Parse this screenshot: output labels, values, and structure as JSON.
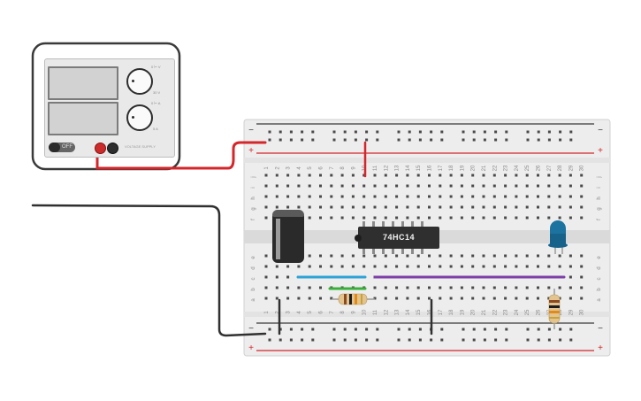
{
  "chip": {
    "label": "74HC14"
  },
  "switch": {
    "label": "OFF"
  },
  "psu": {
    "voltage_hint": "0 ⊢ V",
    "current_hint": "0 ⊢ A",
    "voltage_max": "30 V",
    "current_max": "5 A",
    "brand": "VOLTAGE SUPPLY"
  },
  "breadboard": {
    "columns": [
      "1",
      "2",
      "3",
      "4",
      "5",
      "6",
      "7",
      "8",
      "9",
      "10",
      "11",
      "12",
      "13",
      "14",
      "15",
      "16",
      "17",
      "18",
      "19",
      "20",
      "21",
      "22",
      "23",
      "24",
      "25",
      "26",
      "27",
      "28",
      "29",
      "30"
    ],
    "row_letters_top": [
      "j",
      "i",
      "h",
      "g",
      "f"
    ],
    "row_letters_bottom": [
      "e",
      "d",
      "c",
      "b",
      "a"
    ],
    "rail_top_minus": "−",
    "rail_top_plus": "+",
    "rail_bottom_minus": "−",
    "rail_bottom_plus": "+"
  },
  "colors": {
    "wire_red": "#d4262b",
    "wire_black": "#303030",
    "wire_blue": "#2ea3d6",
    "wire_green": "#39b039",
    "wire_purple": "#7d3fa8",
    "led_blue": "#17628a",
    "board": "#ededed"
  }
}
